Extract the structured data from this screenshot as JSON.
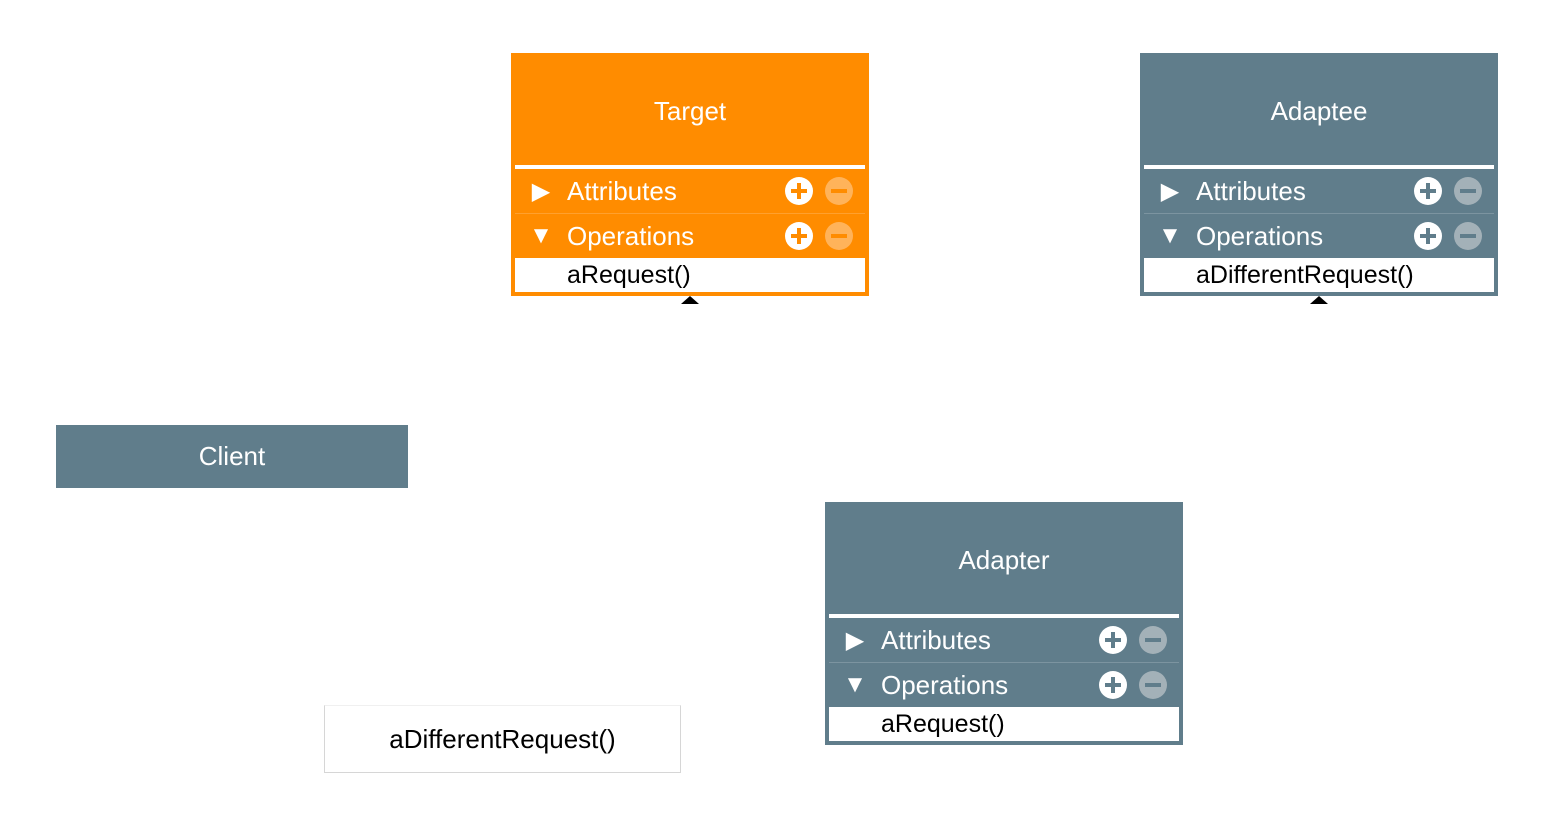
{
  "colors": {
    "accent": "#FF8C00",
    "slate": "#607D8B",
    "white": "#FFFFFF",
    "text_dark": "#000000",
    "muted_orange": "#FFB35A",
    "muted_slate": "#A3B1B8"
  },
  "classes": {
    "target": {
      "title": "Target",
      "attributes_label": "Attributes",
      "operations_label": "Operations",
      "operations": [
        "aRequest()"
      ]
    },
    "adaptee": {
      "title": "Adaptee",
      "attributes_label": "Attributes",
      "operations_label": "Operations",
      "operations": [
        "aDifferentRequest()"
      ]
    },
    "adapter": {
      "title": "Adapter",
      "attributes_label": "Attributes",
      "operations_label": "Operations",
      "operations": [
        "aRequest()"
      ]
    }
  },
  "client": {
    "title": "Client"
  },
  "note": {
    "text": "aDifferentRequest()"
  },
  "icons": {
    "collapsed": "triangle-right-icon",
    "expanded": "triangle-down-icon",
    "add": "plus-circle-icon",
    "remove": "minus-circle-icon"
  }
}
